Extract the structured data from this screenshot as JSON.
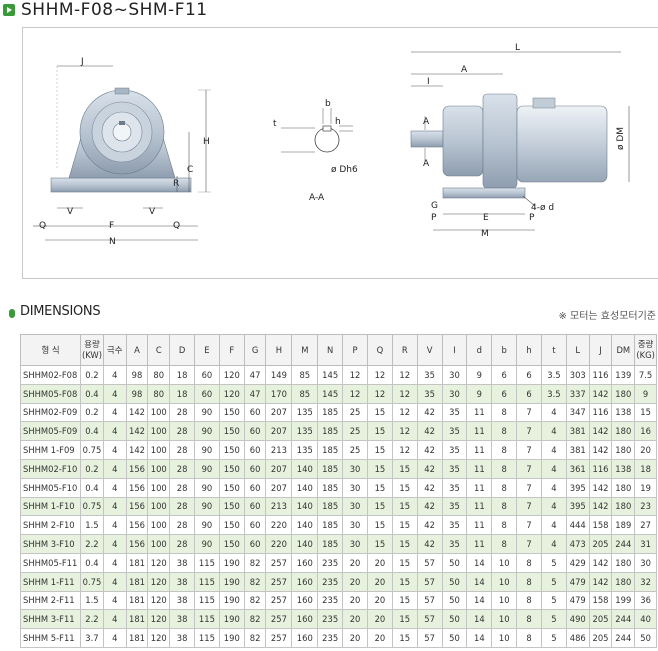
{
  "title": "SHHM-F08~SHM-F11",
  "drawing": {
    "labels": [
      "J",
      "H",
      "C",
      "R",
      "V",
      "V",
      "Q",
      "F",
      "Q",
      "N",
      "b",
      "t",
      "h",
      "ø Dh6",
      "A-A",
      "L",
      "A",
      "I",
      "A",
      "A",
      "ø DM",
      "G",
      "4-ø d",
      "P",
      "E",
      "P",
      "M"
    ]
  },
  "dimensions": {
    "heading": "DIMENSIONS",
    "note": "※ 모터는 효성모터기준"
  },
  "table": {
    "headers": [
      "형  식",
      "용량\n(KW)",
      "극수",
      "A",
      "C",
      "D",
      "E",
      "F",
      "G",
      "H",
      "M",
      "N",
      "P",
      "Q",
      "R",
      "V",
      "I",
      "d",
      "b",
      "h",
      "t",
      "L",
      "J",
      "DM",
      "중량\n(KG)"
    ],
    "rows": [
      [
        "SHHM02-F08",
        "0.2",
        "4",
        "98",
        "80",
        "18",
        "60",
        "120",
        "47",
        "149",
        "85",
        "145",
        "12",
        "12",
        "12",
        "35",
        "30",
        "9",
        "6",
        "6",
        "3.5",
        "303",
        "116",
        "139",
        "7.5"
      ],
      [
        "SHHM05-F08",
        "0.4",
        "4",
        "98",
        "80",
        "18",
        "60",
        "120",
        "47",
        "170",
        "85",
        "145",
        "12",
        "12",
        "12",
        "35",
        "30",
        "9",
        "6",
        "6",
        "3.5",
        "337",
        "142",
        "180",
        "9"
      ],
      [
        "SHHM02-F09",
        "0.2",
        "4",
        "142",
        "100",
        "28",
        "90",
        "150",
        "60",
        "207",
        "135",
        "185",
        "25",
        "15",
        "12",
        "42",
        "35",
        "11",
        "8",
        "7",
        "4",
        "347",
        "116",
        "138",
        "15"
      ],
      [
        "SHHM05-F09",
        "0.4",
        "4",
        "142",
        "100",
        "28",
        "90",
        "150",
        "60",
        "207",
        "135",
        "185",
        "25",
        "15",
        "12",
        "42",
        "35",
        "11",
        "8",
        "7",
        "4",
        "381",
        "142",
        "180",
        "16"
      ],
      [
        "SHHM 1-F09",
        "0.75",
        "4",
        "142",
        "100",
        "28",
        "90",
        "150",
        "60",
        "213",
        "135",
        "185",
        "25",
        "15",
        "12",
        "42",
        "35",
        "11",
        "8",
        "7",
        "4",
        "381",
        "142",
        "180",
        "20"
      ],
      [
        "SHHM02-F10",
        "0.2",
        "4",
        "156",
        "100",
        "28",
        "90",
        "150",
        "60",
        "207",
        "140",
        "185",
        "30",
        "15",
        "15",
        "42",
        "35",
        "11",
        "8",
        "7",
        "4",
        "361",
        "116",
        "138",
        "18"
      ],
      [
        "SHHM05-F10",
        "0.4",
        "4",
        "156",
        "100",
        "28",
        "90",
        "150",
        "60",
        "207",
        "140",
        "185",
        "30",
        "15",
        "15",
        "42",
        "35",
        "11",
        "8",
        "7",
        "4",
        "395",
        "142",
        "180",
        "19"
      ],
      [
        "SHHM 1-F10",
        "0.75",
        "4",
        "156",
        "100",
        "28",
        "90",
        "150",
        "60",
        "213",
        "140",
        "185",
        "30",
        "15",
        "15",
        "42",
        "35",
        "11",
        "8",
        "7",
        "4",
        "395",
        "142",
        "180",
        "23"
      ],
      [
        "SHHM 2-F10",
        "1.5",
        "4",
        "156",
        "100",
        "28",
        "90",
        "150",
        "60",
        "220",
        "140",
        "185",
        "30",
        "15",
        "15",
        "42",
        "35",
        "11",
        "8",
        "7",
        "4",
        "444",
        "158",
        "189",
        "27"
      ],
      [
        "SHHM 3-F10",
        "2.2",
        "4",
        "156",
        "100",
        "28",
        "90",
        "150",
        "60",
        "220",
        "140",
        "185",
        "30",
        "15",
        "15",
        "42",
        "35",
        "11",
        "8",
        "7",
        "4",
        "473",
        "205",
        "244",
        "31"
      ],
      [
        "SHHM05-F11",
        "0.4",
        "4",
        "181",
        "120",
        "38",
        "115",
        "190",
        "82",
        "257",
        "160",
        "235",
        "20",
        "20",
        "15",
        "57",
        "50",
        "14",
        "10",
        "8",
        "5",
        "429",
        "142",
        "180",
        "30"
      ],
      [
        "SHHM 1-F11",
        "0.75",
        "4",
        "181",
        "120",
        "38",
        "115",
        "190",
        "82",
        "257",
        "160",
        "235",
        "20",
        "20",
        "15",
        "57",
        "50",
        "14",
        "10",
        "8",
        "5",
        "479",
        "142",
        "180",
        "32"
      ],
      [
        "SHHM 2-F11",
        "1.5",
        "4",
        "181",
        "120",
        "38",
        "115",
        "190",
        "82",
        "257",
        "160",
        "235",
        "20",
        "20",
        "15",
        "57",
        "50",
        "14",
        "10",
        "8",
        "5",
        "479",
        "158",
        "199",
        "36"
      ],
      [
        "SHHM 3-F11",
        "2.2",
        "4",
        "181",
        "120",
        "38",
        "115",
        "190",
        "82",
        "257",
        "160",
        "235",
        "20",
        "20",
        "15",
        "57",
        "50",
        "14",
        "10",
        "8",
        "5",
        "490",
        "205",
        "244",
        "40"
      ],
      [
        "SHHM 5-F11",
        "3.7",
        "4",
        "181",
        "120",
        "38",
        "115",
        "190",
        "82",
        "257",
        "160",
        "235",
        "20",
        "20",
        "15",
        "57",
        "50",
        "14",
        "10",
        "8",
        "5",
        "486",
        "205",
        "244",
        "50"
      ]
    ]
  }
}
